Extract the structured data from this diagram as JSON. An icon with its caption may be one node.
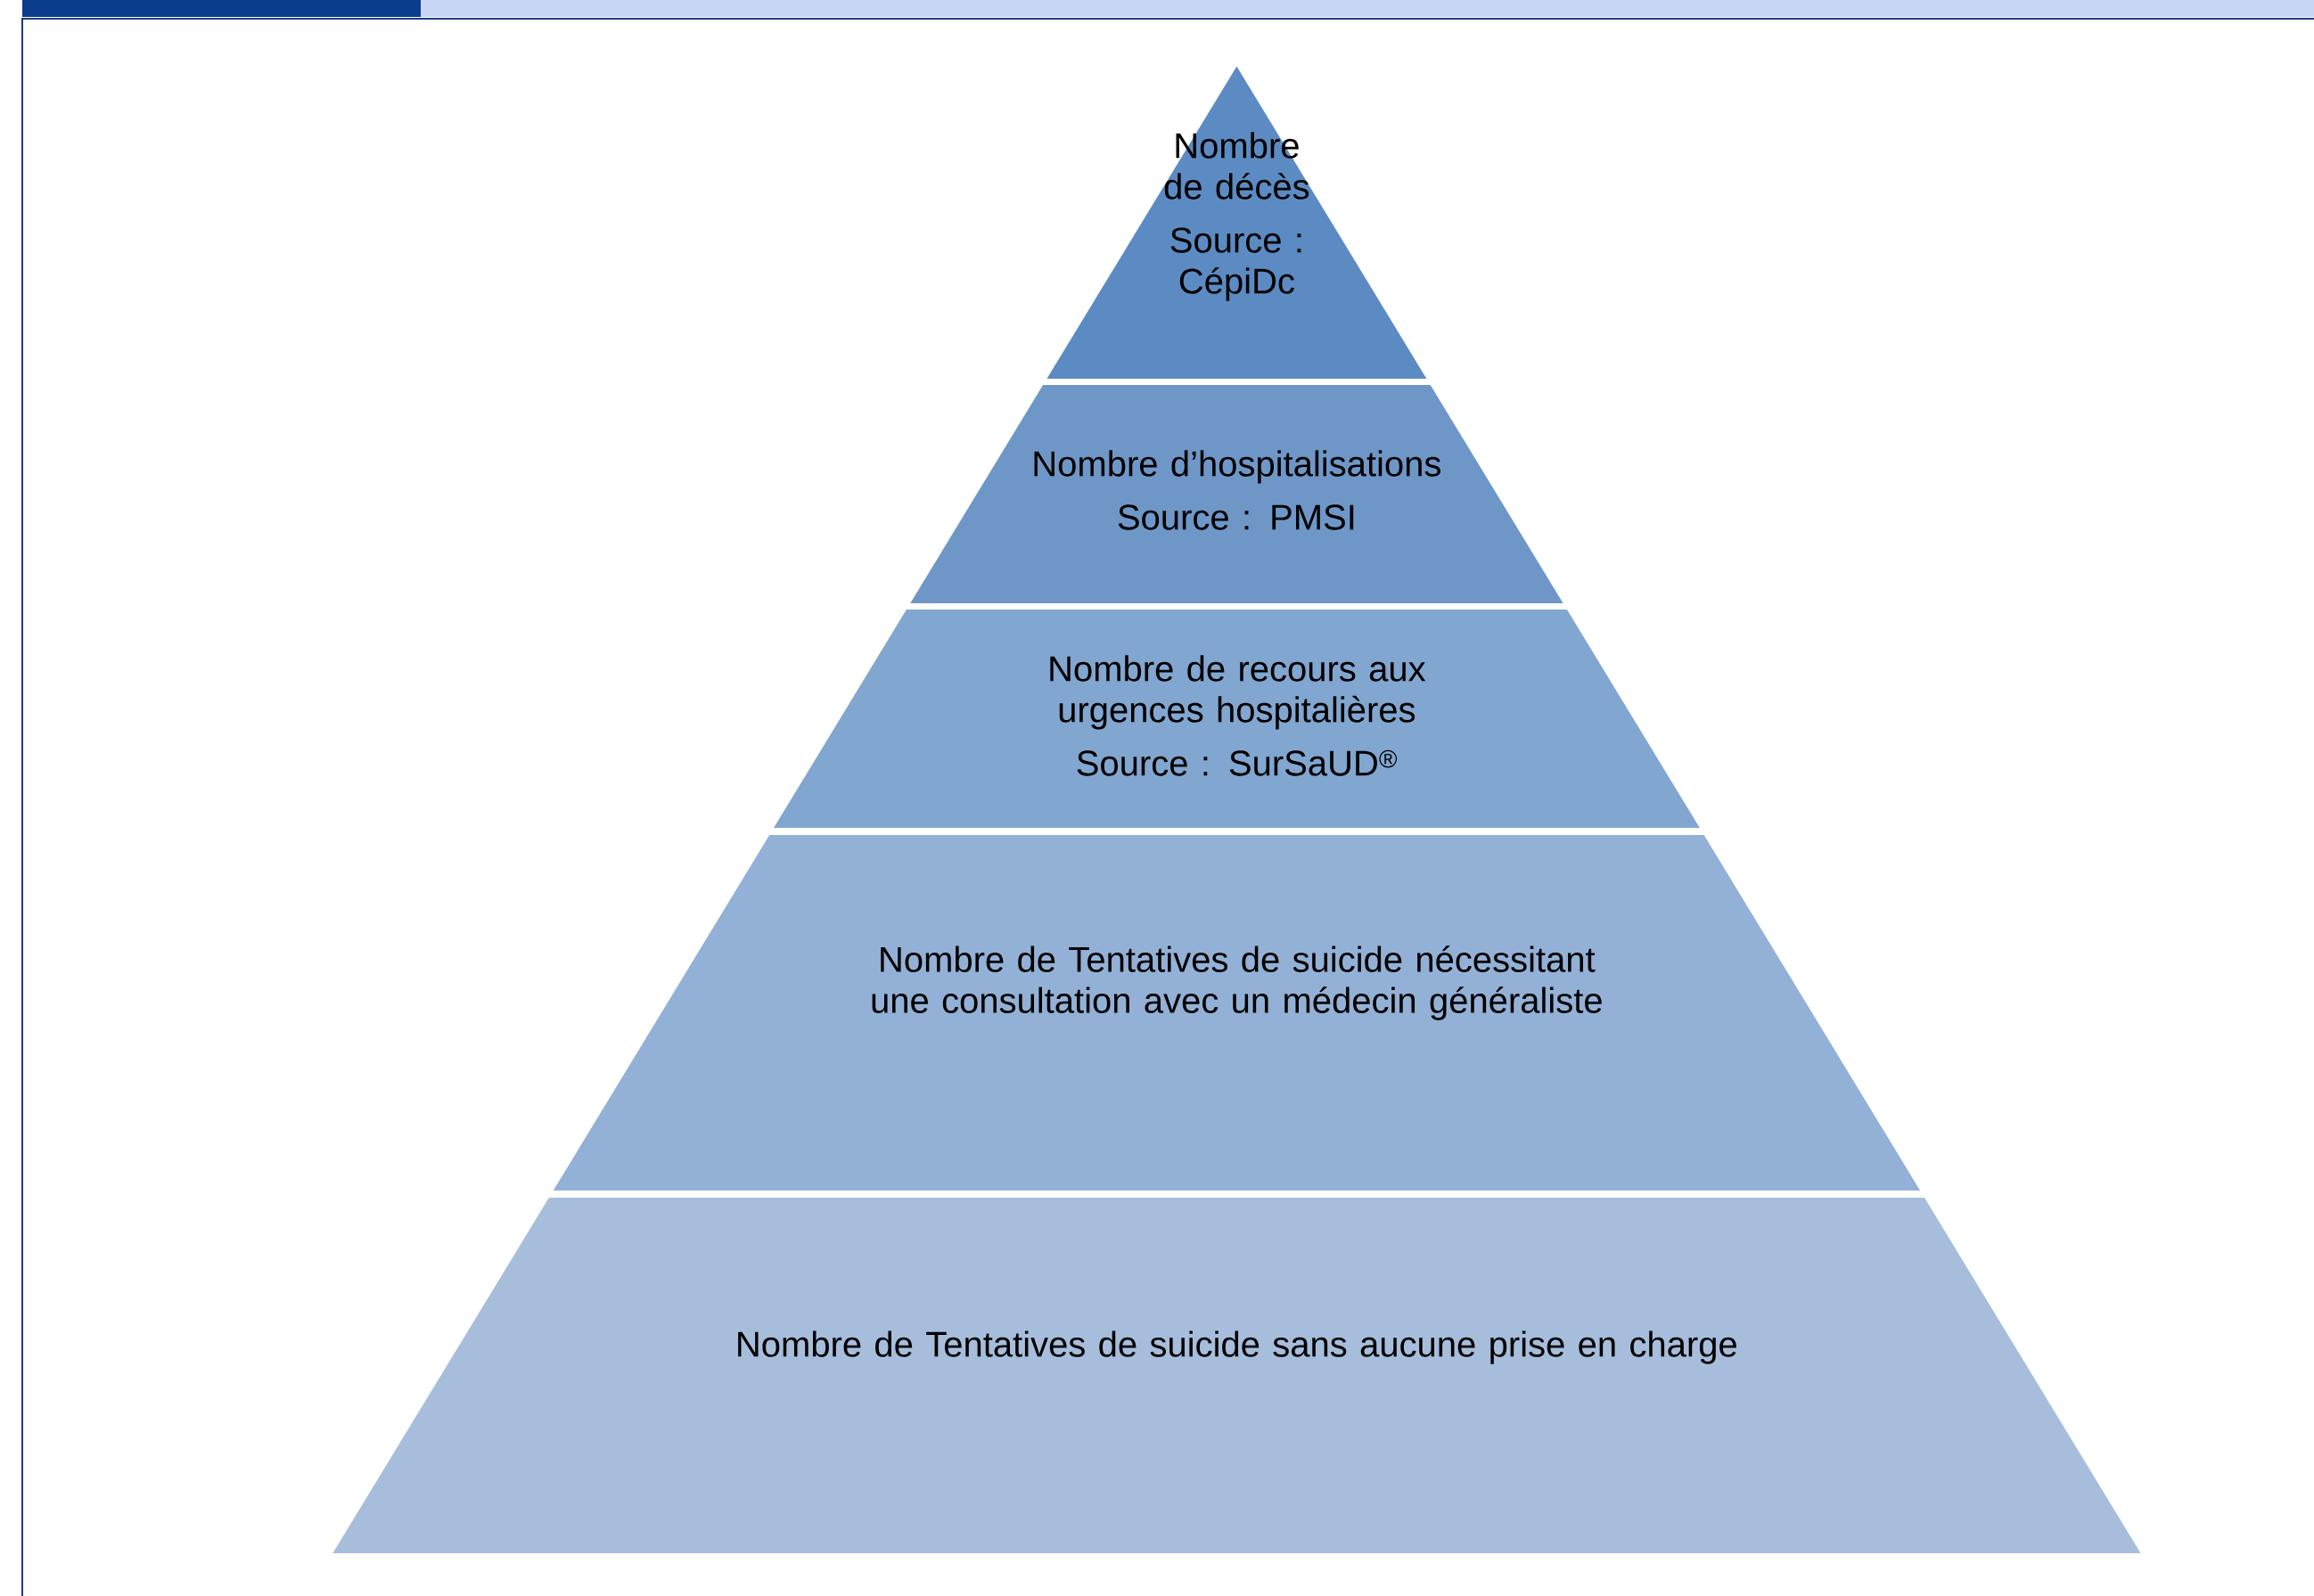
{
  "diagram": {
    "nodes": [
      {
        "text": [
          "Nombre de décès",
          "Source : CépiDc"
        ]
      },
      {
        "text": [
          "Nombre d’hospitalisations",
          "Source : PMSI"
        ]
      },
      {
        "text": [
          "Nombre de recours aux urgences hospitalières",
          "Source : SurSaUD$^{®}$"
        ]
      },
      {
        "text": [
          "Nombre de Tentatives de suicide nécessitant une consultation avec un médecin généraliste"
        ]
      },
      {
        "text": [
          "Nombre de Tentatives de suicide sans aucune prise en charge"
        ]
      }
    ]
  }
}
